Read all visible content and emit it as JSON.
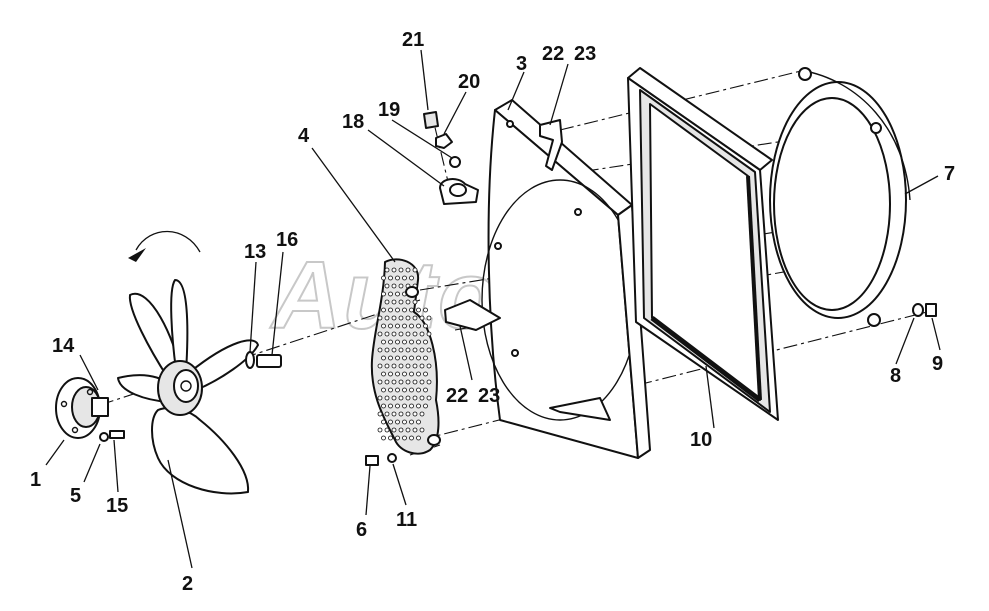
{
  "callouts": {
    "c1": "1",
    "c2": "2",
    "c3": "3",
    "c4": "4",
    "c5": "5",
    "c6": "6",
    "c7": "7",
    "c8": "8",
    "c9": "9",
    "c10": "10",
    "c11": "11",
    "c13": "13",
    "c14": "14",
    "c15": "15",
    "c16": "16",
    "c18": "18",
    "c19": "19",
    "c20": "20",
    "c21": "21",
    "c22a": "22",
    "c23a": "23",
    "c22b": "22",
    "c23b": "23"
  },
  "watermark": "AutoSoft"
}
